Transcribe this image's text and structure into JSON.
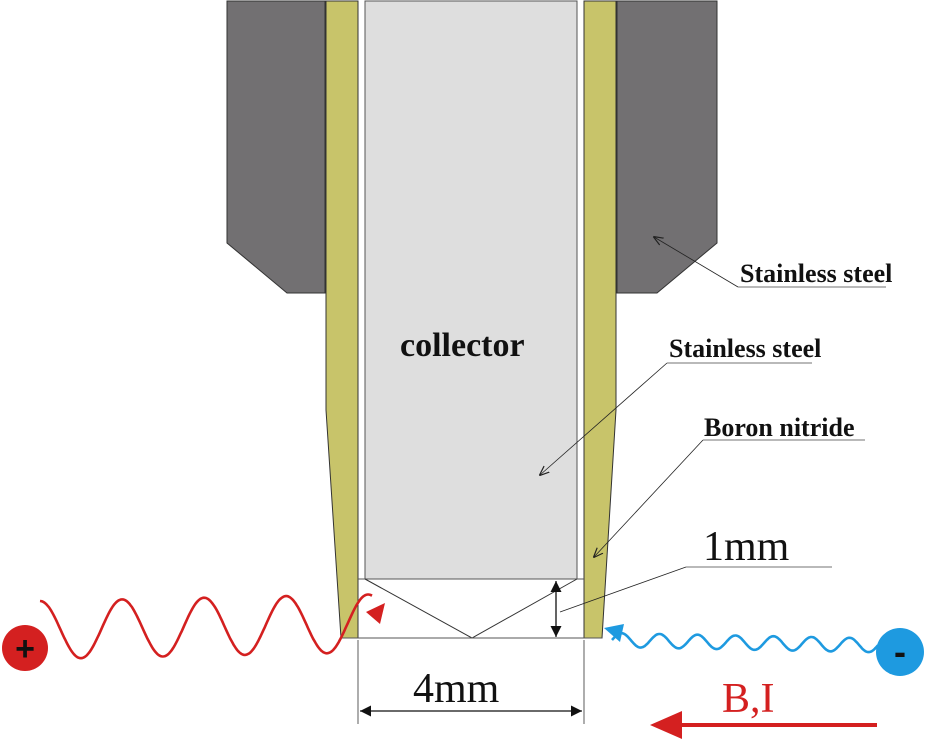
{
  "labels": {
    "collector": "collector",
    "outer_material": "Stainless steel",
    "collector_material": "Stainless steel",
    "insulator_material": "Boron nitride",
    "gap_dimension": "1mm",
    "width_dimension": "4mm",
    "field_direction": "B,I"
  },
  "particles": {
    "positive_symbol": "+",
    "negative_symbol": "-"
  },
  "colors": {
    "outer_holder": "#727072",
    "insulator": "#c8c46a",
    "collector_body": "#dedede",
    "positive": "#d42020",
    "negative": "#1e9ae0",
    "field_arrow": "#d42020"
  },
  "icons": {
    "positive_particle": "plus-circle-icon",
    "negative_particle": "minus-circle-icon"
  }
}
